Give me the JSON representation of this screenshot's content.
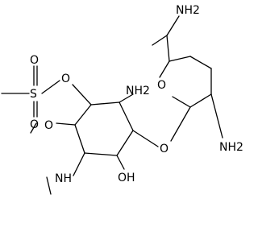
{
  "labels": {
    "nh2_top": "NH2",
    "o_pyran_ring": "O",
    "nh2_pyran_right": "NH2",
    "o_glycosidic": "O",
    "nh2_cyclohexane": "NH2",
    "o_mesylate": "O",
    "s_sulfonyl": "S",
    "o_sulfonyl_top": "O",
    "o_sulfonyl_bottom": "O",
    "o_methoxy": "O",
    "oh": "OH",
    "nh_methylamino": "NH"
  },
  "colors": {
    "bond": "#000000",
    "text": "#000000",
    "background": "#ffffff"
  }
}
